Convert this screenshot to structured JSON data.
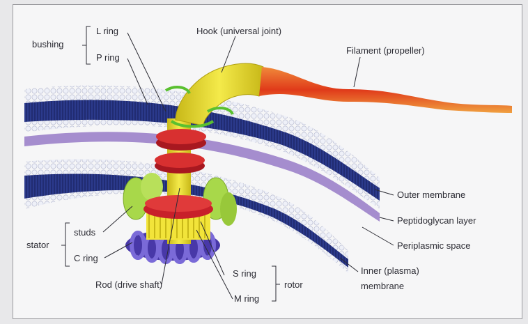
{
  "labels": {
    "bushing": "bushing",
    "l_ring": "L ring",
    "p_ring": "P ring",
    "hook": "Hook (universal joint)",
    "filament": "Filament (propeller)",
    "outer_membrane": "Outer membrane",
    "peptidoglycan": "Peptidoglycan layer",
    "periplasmic": "Periplasmic space",
    "inner_membrane_1": "Inner (plasma)",
    "inner_membrane_2": "membrane",
    "studs": "studs",
    "stator": "stator",
    "c_ring": "C ring",
    "s_ring": "S ring",
    "m_ring": "M ring",
    "rotor": "rotor",
    "rod": "Rod (drive shaft)"
  },
  "colors": {
    "membrane_blue": "#2b3a8c",
    "lipid_head": "#e8eaf4",
    "peptidoglycan": "#7a5aa8",
    "rings_red": "#c8202a",
    "hook_yellow": "#e8dc2a",
    "filament_orange": "#e8502a",
    "studs_green": "#a8d84a",
    "c_ring_purple": "#5a4ab8"
  }
}
